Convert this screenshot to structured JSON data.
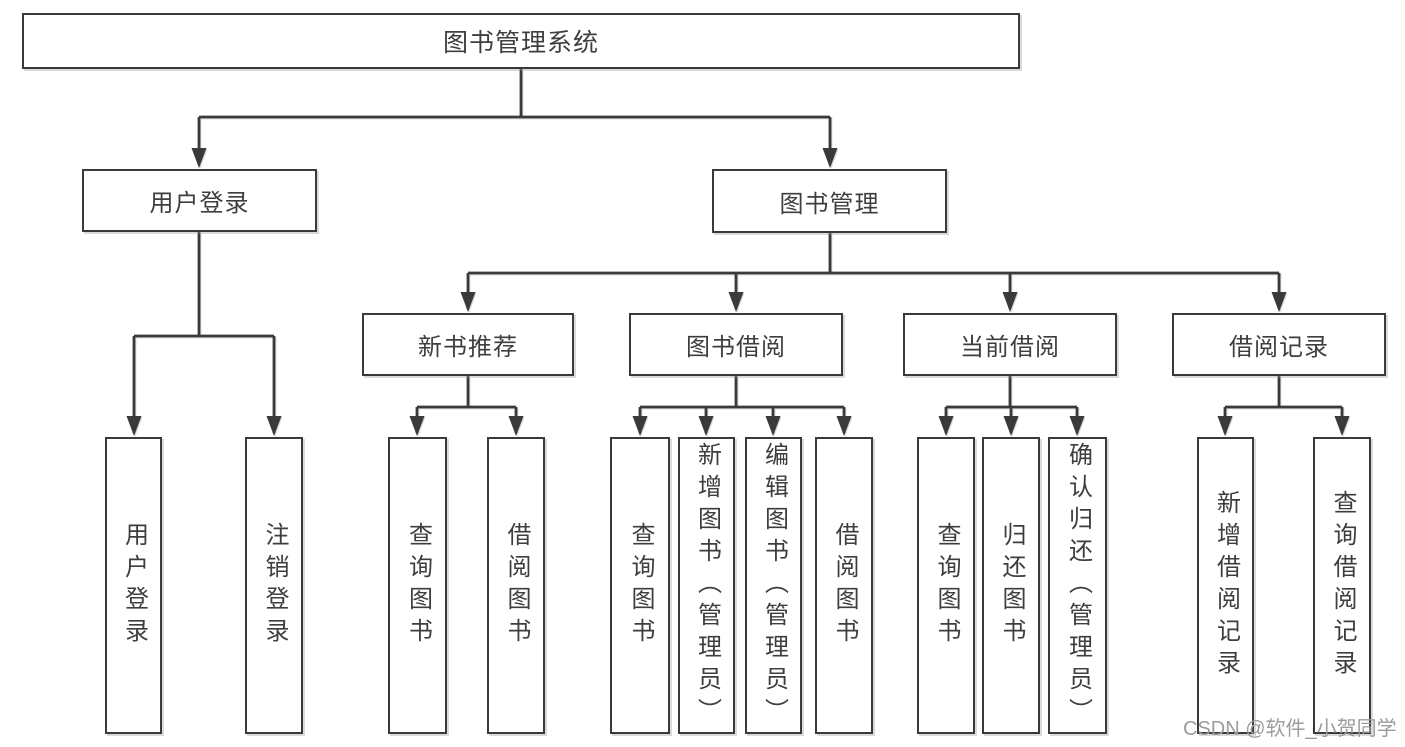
{
  "diagram": {
    "root": {
      "label": "图书管理系统"
    },
    "branches": {
      "user_login": {
        "label": "用户登录"
      },
      "book_management": {
        "label": "图书管理"
      }
    },
    "modules": {
      "new_book_recommend": {
        "label": "新书推荐"
      },
      "book_borrowing": {
        "label": "图书借阅"
      },
      "current_borrowing": {
        "label": "当前借阅"
      },
      "borrowing_records": {
        "label": "借阅记录"
      }
    },
    "functions": {
      "user_login": {
        "label": "用户登录"
      },
      "logout": {
        "label": "注销登录"
      },
      "recommend_query_books": {
        "label": "查询图书"
      },
      "recommend_borrow_books": {
        "label": "借阅图书"
      },
      "borrowing_query_books": {
        "label": "查询图书"
      },
      "borrowing_add_books": {
        "label": "新增图书（管理员）"
      },
      "borrowing_edit_books": {
        "label": "编辑图书（管理员）"
      },
      "borrowing_borrow_books": {
        "label": "借阅图书"
      },
      "current_query_books": {
        "label": "查询图书"
      },
      "current_return_books": {
        "label": "归还图书"
      },
      "current_confirm_return": {
        "label": "确认归还（管理员）"
      },
      "records_add_record": {
        "label": "新增借阅记录"
      },
      "records_query_record": {
        "label": "查询借阅记录"
      }
    }
  },
  "watermark": {
    "text": "CSDN @软件_小贺同学"
  },
  "colors": {
    "line": "#3a3a3a",
    "box_border": "#3a3a3a",
    "box_fill": "#ffffff",
    "text": "#3e3e3e",
    "watermark": "#9c9c9c",
    "background": "#ffffff"
  }
}
